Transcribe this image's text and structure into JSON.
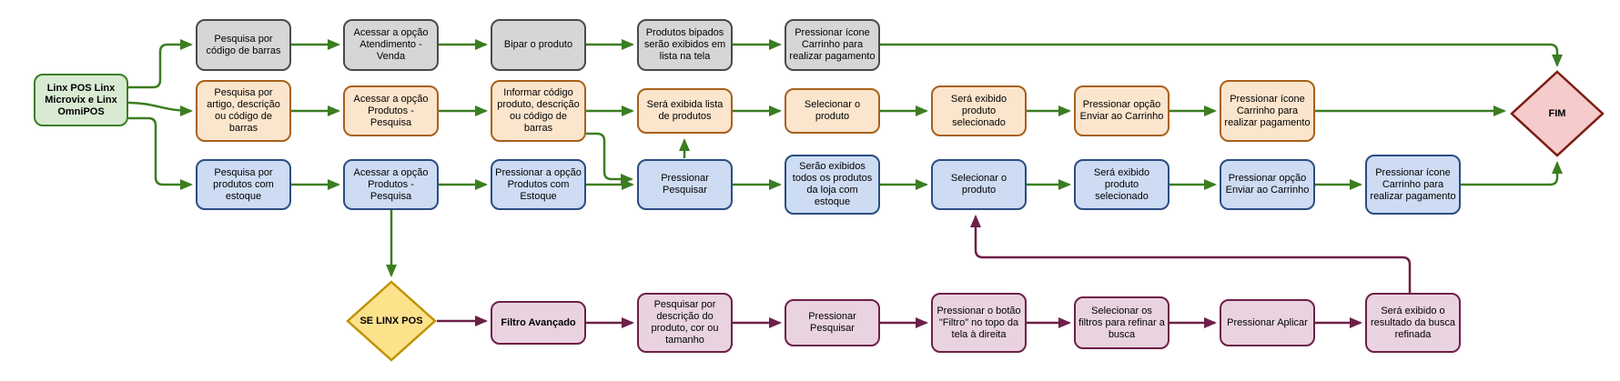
{
  "flow": {
    "start": {
      "label": "Linx POS  Linx Microvix e Linx OmniPOS"
    },
    "end": {
      "label": "FIM"
    },
    "decision": {
      "label": "SE LINX POS"
    },
    "branch_barcode": {
      "steps": [
        "Pesquisa por código de barras",
        "Acessar a opção Atendimento - Venda",
        "Bipar o produto",
        "Produtos bipados serão exibidos em lista na tela",
        "Pressionar ícone Carrinho para realizar pagamento"
      ]
    },
    "branch_article": {
      "steps": [
        "Pesquisa por artigo, descrição ou código de barras",
        "Acessar a opção Produtos - Pesquisa",
        "Informar código produto, descrição ou código de barras",
        "Será exibida lista de produtos",
        "Selecionar o produto",
        "Será exibido produto selecionado",
        "Pressionar opção Enviar ao Carrinho",
        "Pressionar ícone Carrinho para realizar pagamento"
      ]
    },
    "branch_stock": {
      "steps": [
        "Pesquisa por produtos com estoque",
        "Acessar a opção Produtos - Pesquisa",
        "Pressionar a opção Produtos com Estoque",
        "Pressionar Pesquisar",
        "Serão exibidos todos os produtos da loja com estoque",
        "Selecionar o produto",
        "Será exibido produto selecionado",
        "Pressionar opção Enviar ao Carrinho",
        "Pressionar ícone Carrinho para realizar pagamento"
      ]
    },
    "branch_filter": {
      "steps": [
        "Filtro Avançado",
        "Pesquisar por descrição do produto, cor ou tamanho",
        "Pressionar Pesquisar",
        "Pressionar o botão \"Filtro\" no topo da tela à direita",
        "Selecionar os filtros para refinar a busca",
        "Pressionar Aplicar",
        "Será exibido o resultado da busca refinada"
      ]
    },
    "colors": {
      "start_fill": "#d9ead3",
      "start_border": "#3b7d21",
      "barcode_fill": "#d6d6d6",
      "barcode_border": "#4a4a4a",
      "article_fill": "#fce5cd",
      "article_border": "#a8601c",
      "stock_fill": "#cddcf3",
      "stock_border": "#2b4d82",
      "filter_fill": "#e9d3e0",
      "filter_border": "#6d2048",
      "decision_fill": "#fde28c",
      "decision_border": "#c09100",
      "end_fill": "#f5cbcb",
      "end_border": "#7b1d12",
      "connector_green": "#3b7d21",
      "connector_maroon": "#6d2048"
    }
  }
}
